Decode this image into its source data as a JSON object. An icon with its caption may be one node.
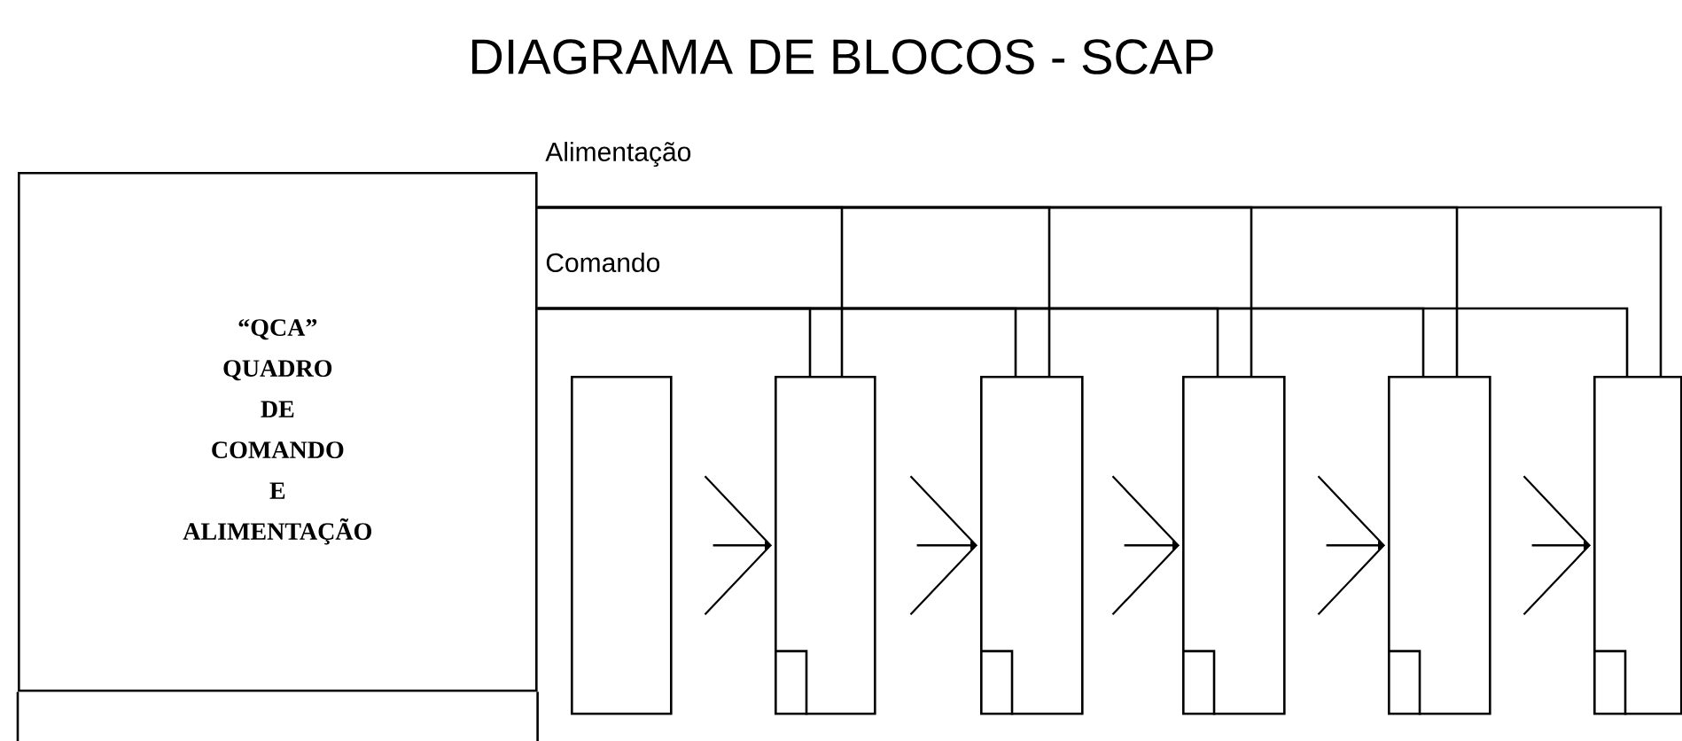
{
  "diagram": {
    "title": "DIAGRAMA DE BLOCOS - SCAP",
    "nodes": [
      {
        "text": [
          "“QCA” QUADRO DE COMANDO E ALIMENTAÇÃO"
        ]
      },
      {
        "text": [],
        "shape": "box"
      },
      {
        "text": [],
        "shape": "box"
      },
      {
        "text": [],
        "shape": "box"
      },
      {
        "text": [],
        "shape": "box"
      },
      {
        "text": [],
        "shape": "box"
      },
      {
        "text": [],
        "shape": "box"
      }
    ],
    "edges": [
      {
        "from": 0,
        "to": 2,
        "arrow": "none"
      },
      {
        "from": 0,
        "to": 3,
        "arrow": "none"
      },
      {
        "from": 0,
        "to": 4,
        "arrow": "none"
      },
      {
        "from": 0,
        "to": 5,
        "arrow": "none"
      },
      {
        "from": 0,
        "to": 6,
        "arrow": "none"
      },
      {
        "from": 0,
        "to": 2,
        "arrow": "none"
      },
      {
        "from": 0,
        "to": 3,
        "arrow": "none"
      },
      {
        "from": 0,
        "to": 4,
        "arrow": "none"
      },
      {
        "from": 0,
        "to": 5,
        "arrow": "none"
      },
      {
        "from": 0,
        "to": 6,
        "arrow": "none"
      },
      {
        "from": 1,
        "to": 2,
        "arrow": "to"
      },
      {
        "from": 2,
        "to": 3,
        "arrow": "to"
      },
      {
        "from": 3,
        "to": 4,
        "arrow": "to"
      },
      {
        "from": 4,
        "to": 5,
        "arrow": "to"
      },
      {
        "from": 5,
        "to": 6,
        "arrow": "to"
      }
    ],
    "labels": [
      "Alimentação",
      "Comando"
    ]
  }
}
